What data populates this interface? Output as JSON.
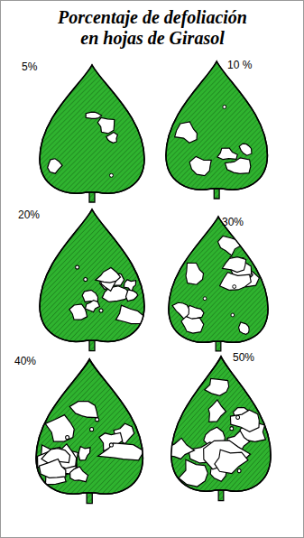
{
  "diagram": {
    "title": "Porcentaje de defoliación en hojas de Girasol",
    "labels": [
      "5%",
      "10 %",
      "20%",
      "30%",
      "40%",
      "50%"
    ]
  }
}
